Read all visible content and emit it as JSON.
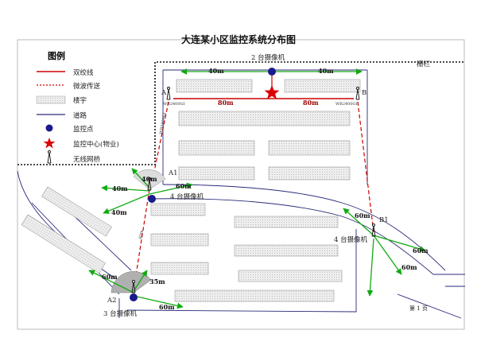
{
  "title": "大连某小区监控系统分布图",
  "legend": {
    "heading": "图例",
    "items": [
      {
        "label": "双绞线"
      },
      {
        "label": "微波传送"
      },
      {
        "label": "楼宇"
      },
      {
        "label": "道路"
      },
      {
        "label": "监控点"
      },
      {
        "label": "监控中心(物业)"
      },
      {
        "label": "无线网桥"
      }
    ]
  },
  "labels": {
    "top_cameras": "2 台摄像机",
    "fence": "栅栏",
    "point_a": "A",
    "point_b": "B",
    "point_a1": "A1",
    "point_b1": "B1",
    "point_a2": "A2",
    "a1_cameras": "4 台摄像机",
    "b1_cameras": "4 台摄像机",
    "a2_cameras": "3 台摄像机",
    "bridge_a": "WB2400GI",
    "bridge_b": "WB2400GI",
    "vert_a": "WB2400GI",
    "vert_a2": "80m",
    "page": "第 1 页"
  },
  "distances": {
    "top_left": "40m",
    "top_right": "40m",
    "center_left": "80m",
    "center_right": "80m",
    "a1_up": "40m",
    "a1_left": "40m",
    "a1_left_low": "40m",
    "a1_right": "60m",
    "b1_top": "60m",
    "b1_right": "60m",
    "b1_bottom": "60m",
    "a2_left": "60m",
    "a2_up": "35m",
    "a2_right": "60m"
  },
  "colors": {
    "twisted_pair": "#cc0000",
    "microwave": "#cc0000",
    "road": "#2a2a7a",
    "arrow": "#11aa11",
    "camera_point": "#1a1a8c",
    "center_star": "#dd0000",
    "building_fill": "#e6e6e6"
  }
}
